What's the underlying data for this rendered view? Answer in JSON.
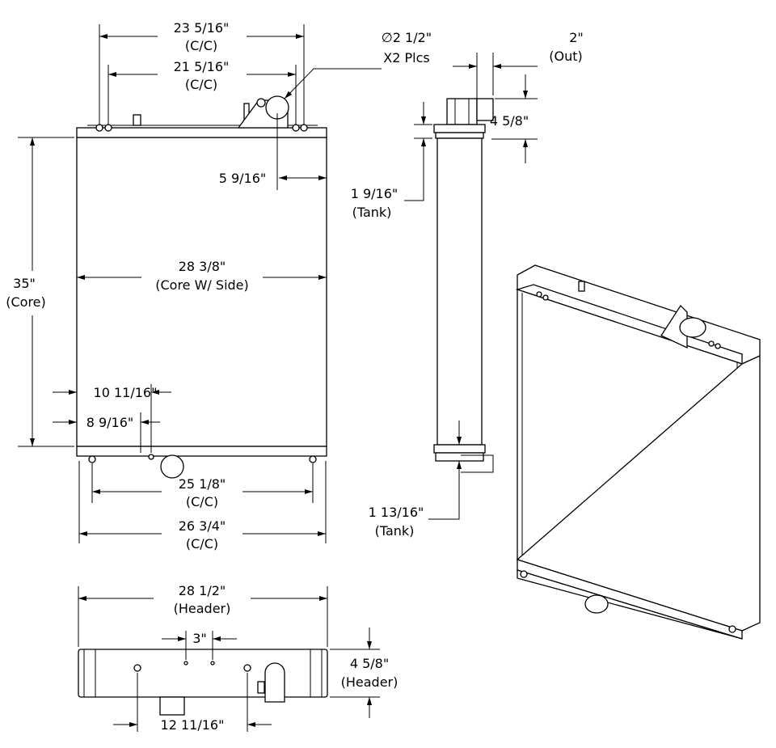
{
  "front_view": {
    "dim_23_5_16": {
      "value": "23 5/16\"",
      "note": "(C/C)"
    },
    "dim_21_5_16": {
      "value": "21 5/16\"",
      "note": "(C/C)"
    },
    "outlet_dia": {
      "value": "∅2 1/2\"",
      "note": "X2 Plcs"
    },
    "dim_5_9_16": {
      "value": "5 9/16\""
    },
    "core_width": {
      "value": "28 3/8\"",
      "note": "(Core W/ Side)"
    },
    "core_height": {
      "value": "35\"",
      "note": "(Core)"
    },
    "dim_10_11_16": {
      "value": "10 11/16\""
    },
    "dim_8_9_16": {
      "value": "8 9/16\""
    },
    "dim_25_1_8": {
      "value": "25 1/8\"",
      "note": "(C/C)"
    },
    "dim_26_3_4": {
      "value": "26 3/4\"",
      "note": "(C/C)"
    }
  },
  "side_view": {
    "outlet": {
      "value": "2\"",
      "note": "(Out)"
    },
    "dim_4_5_8": {
      "value": "4 5/8\""
    },
    "top_tank": {
      "value": "1 9/16\"",
      "note": "(Tank)"
    },
    "bottom_tank": {
      "value": "1 13/16\"",
      "note": "(Tank)"
    }
  },
  "top_view": {
    "header_width": {
      "value": "28 1/2\"",
      "note": "(Header)"
    },
    "dim_3": {
      "value": "3\""
    },
    "header_depth": {
      "value": "4 5/8\"",
      "note": "(Header)"
    },
    "dim_12_11_16": {
      "value": "12 11/16\""
    }
  }
}
